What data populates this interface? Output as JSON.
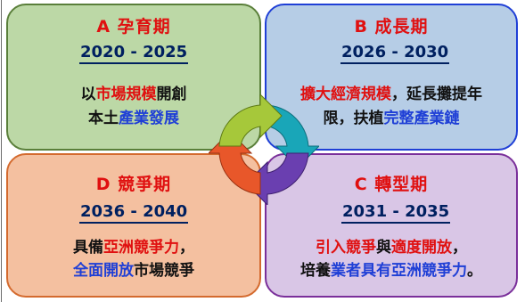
{
  "quadrants": {
    "a": {
      "title": "A 孕育期",
      "years": "2020 - 2025",
      "line1": [
        {
          "t": "以",
          "c": ""
        },
        {
          "t": "市場規模",
          "c": "red"
        },
        {
          "t": "開創",
          "c": ""
        }
      ],
      "line2": [
        {
          "t": "本土",
          "c": ""
        },
        {
          "t": "產業發展",
          "c": "blue"
        }
      ]
    },
    "b": {
      "title": "B 成長期",
      "years": "2026 - 2030",
      "line1": [
        {
          "t": "擴大經濟規模",
          "c": "red"
        },
        {
          "t": "，延長攤提年",
          "c": ""
        }
      ],
      "line2": [
        {
          "t": "限，扶植",
          "c": ""
        },
        {
          "t": "完整產業鏈",
          "c": "blue"
        }
      ]
    },
    "d": {
      "title": "D 競爭期",
      "years": "2036 - 2040",
      "line1": [
        {
          "t": "具備",
          "c": ""
        },
        {
          "t": "亞洲競爭力",
          "c": "red"
        },
        {
          "t": "，",
          "c": ""
        }
      ],
      "line2": [
        {
          "t": "全面開放",
          "c": "blue"
        },
        {
          "t": "市場競爭",
          "c": ""
        }
      ]
    },
    "c": {
      "title": "C 轉型期",
      "years": "2031 - 2035",
      "line1": [
        {
          "t": "引入競爭",
          "c": "red"
        },
        {
          "t": "與",
          "c": ""
        },
        {
          "t": "適度開放",
          "c": "red"
        },
        {
          "t": "，",
          "c": ""
        }
      ],
      "line2": [
        {
          "t": "培養",
          "c": ""
        },
        {
          "t": "業者具有亞洲競爭力",
          "c": "blue"
        },
        {
          "t": "。",
          "c": ""
        }
      ]
    }
  },
  "colors": {
    "a_fill": "#bcd8a6",
    "b_fill": "#b6cde6",
    "c_fill": "#d9c6e6",
    "d_fill": "#f4c0a0",
    "highlight_red": "#e01010",
    "highlight_blue": "#1f3fd6",
    "year_text": "#002060"
  },
  "cycle_icon": "circular-arrows-icon"
}
